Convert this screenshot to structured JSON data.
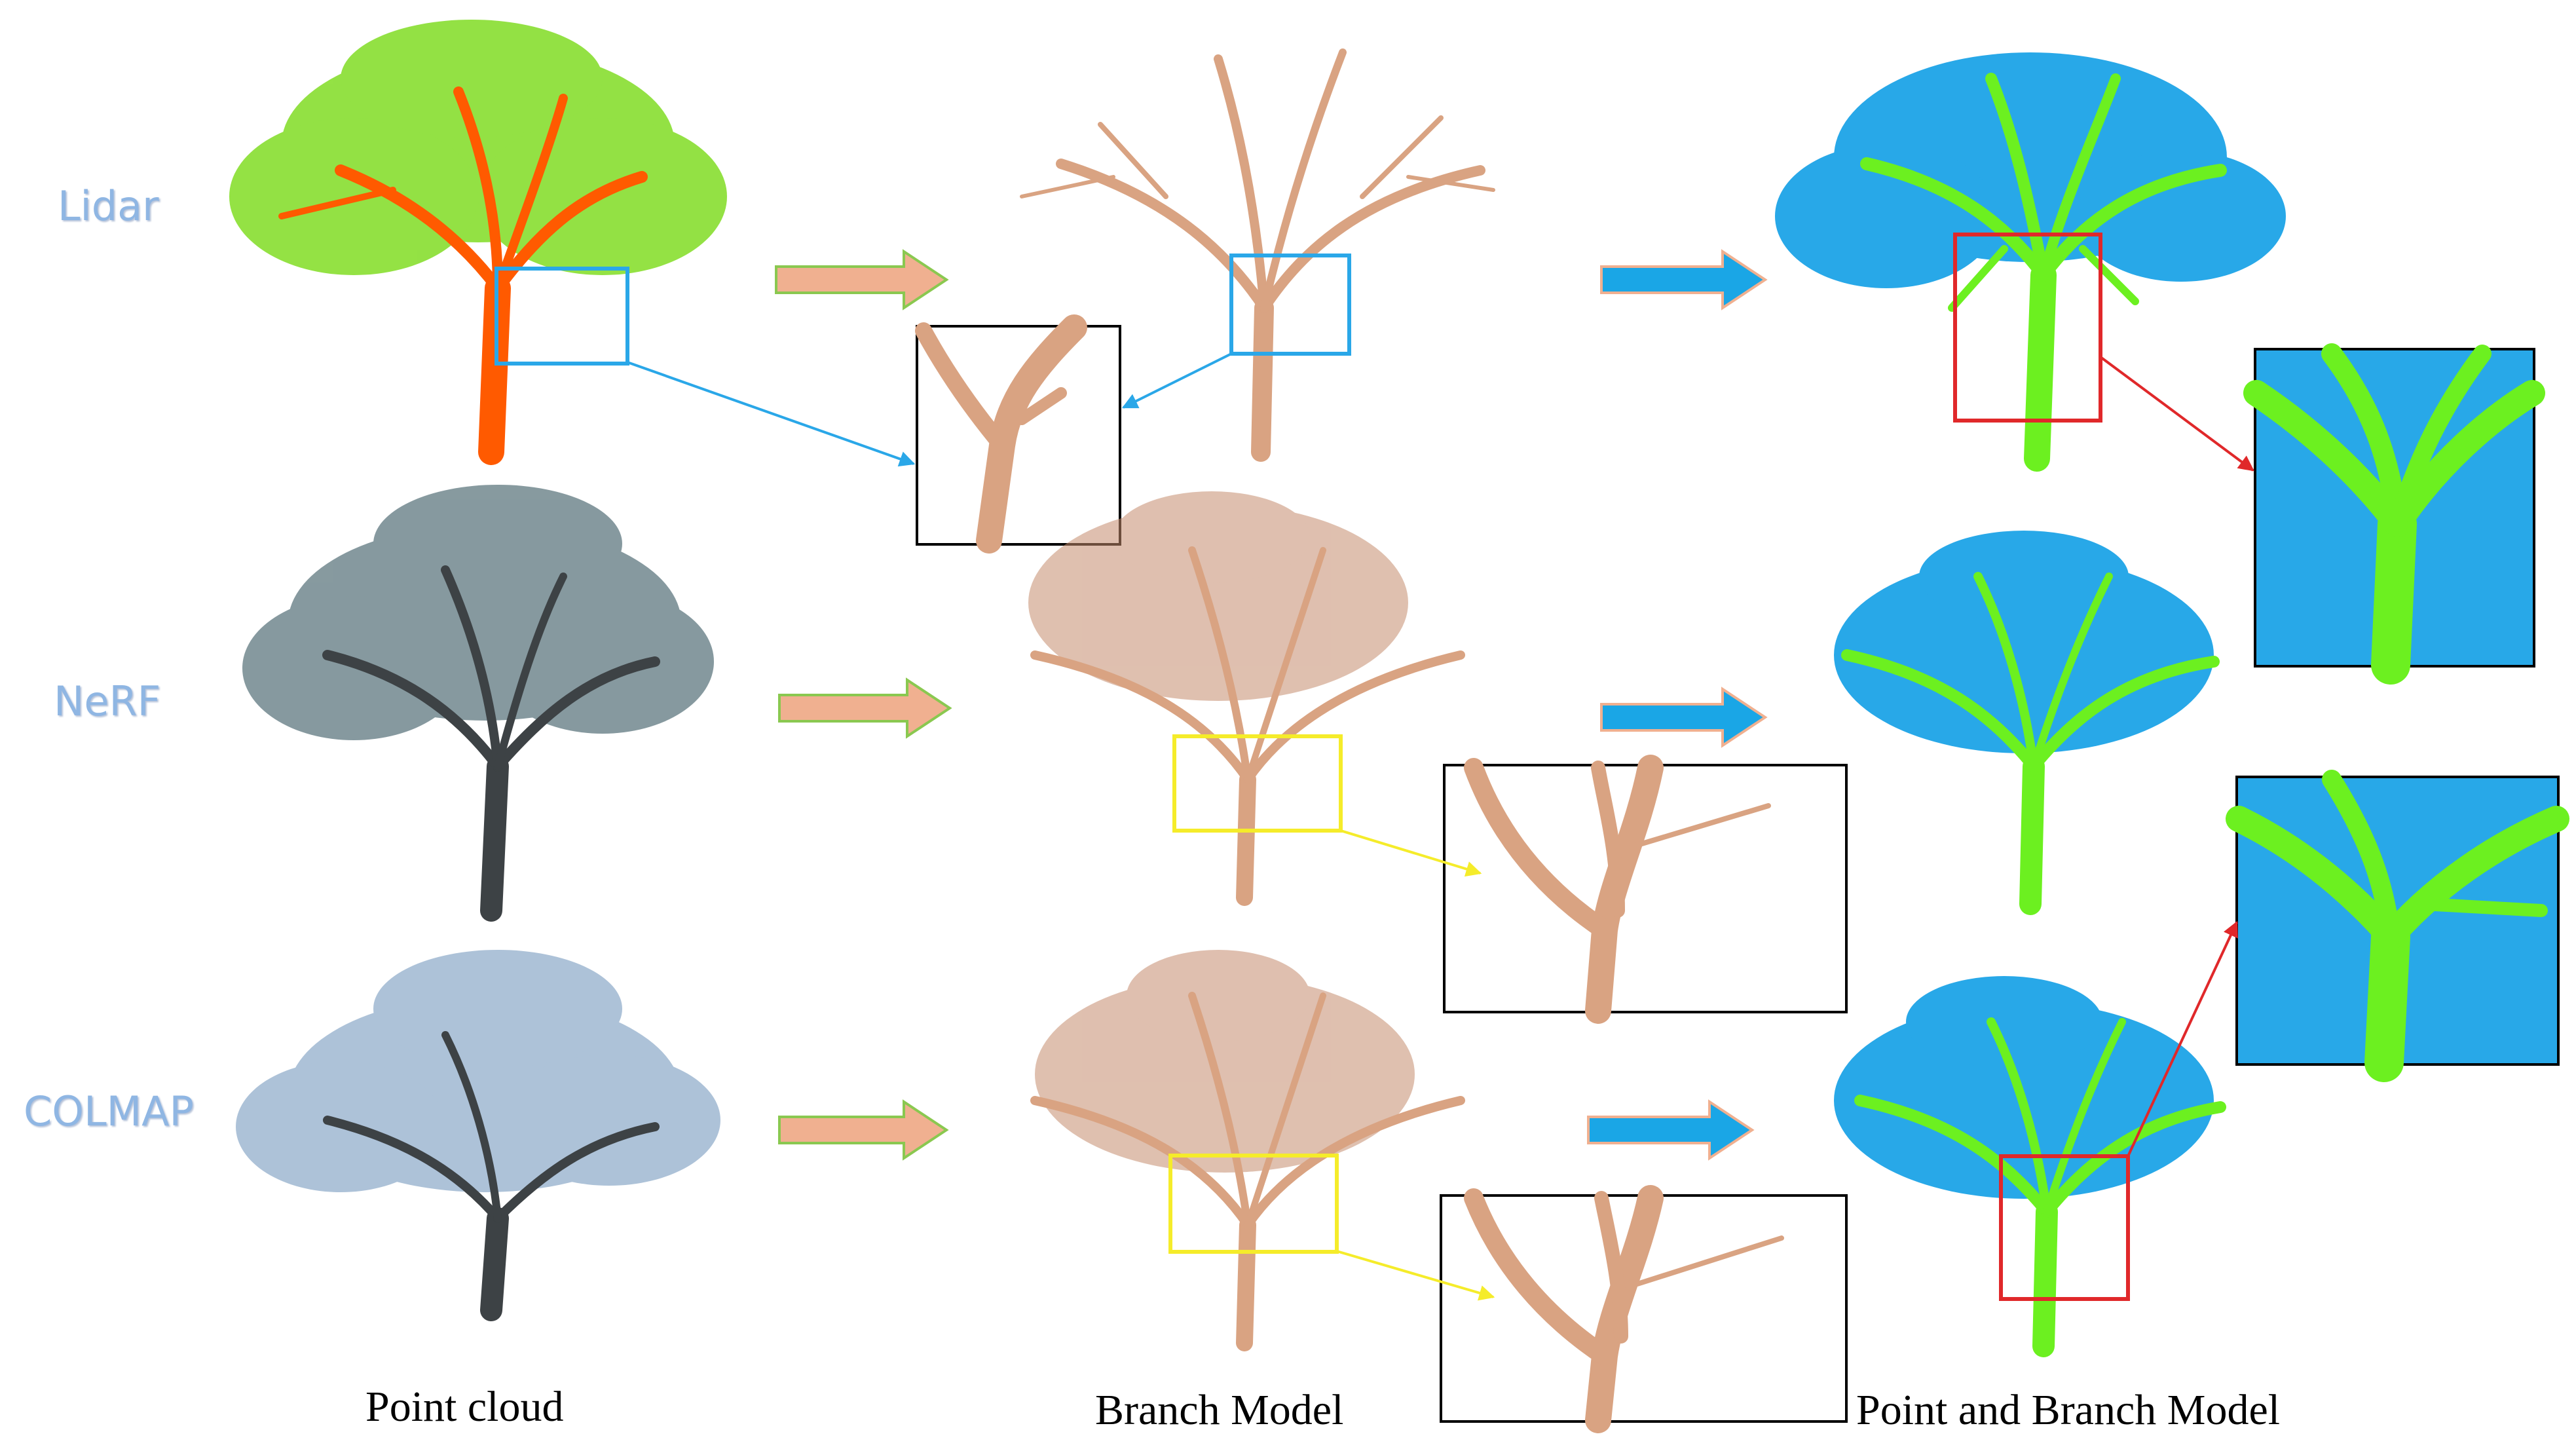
{
  "rows": [
    {
      "label": "Lidar"
    },
    {
      "label": "NeRF"
    },
    {
      "label": "COLMAP"
    }
  ],
  "columns": [
    {
      "label": "Point cloud"
    },
    {
      "label": "Branch Model"
    },
    {
      "label": "Point and Branch Model"
    }
  ],
  "colors": {
    "lidar_leaf": "#8ee03a",
    "lidar_trunk": "#ff5a00",
    "nerf_canopy": "#7a8f95",
    "colmap_canopy": "#a9bfd6",
    "branch": "#d9a382",
    "point_green": "#6cf020",
    "point_blue": "#28a8e8",
    "arrow_orange": "#f0b090",
    "arrow_blue": "#1aa6e6",
    "box_blue": "#2aa7e8",
    "box_yellow": "#f5ec2a",
    "box_red": "#e0282a"
  }
}
